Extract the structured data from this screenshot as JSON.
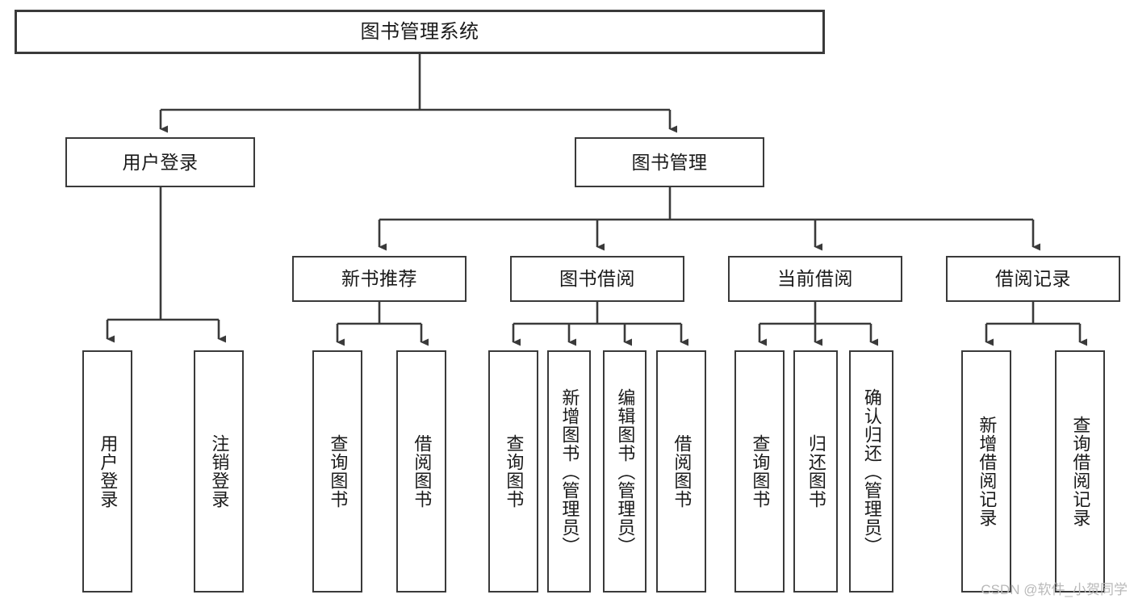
{
  "diagram": {
    "title": "图书管理系统",
    "type": "hierarchy-tree",
    "watermark": "CSDN @软件_小贺同学",
    "colors": {
      "stroke": "#3a3a3a",
      "fill": "#ffffff",
      "text": "#1a1a1a",
      "watermark": "#b9b9b9"
    },
    "levels": [
      {
        "level": 1,
        "nodes": [
          {
            "id": "root",
            "label": "图书管理系统"
          }
        ]
      },
      {
        "level": 2,
        "nodes": [
          {
            "id": "user-login",
            "label": "用户登录"
          },
          {
            "id": "book-manage",
            "label": "图书管理"
          }
        ]
      },
      {
        "level": 3,
        "nodes": [
          {
            "id": "new-book-rec",
            "label": "新书推荐"
          },
          {
            "id": "book-borrow",
            "label": "图书借阅"
          },
          {
            "id": "current-borrow",
            "label": "当前借阅"
          },
          {
            "id": "borrow-record",
            "label": "借阅记录"
          }
        ]
      },
      {
        "level": 4,
        "nodes": [
          {
            "id": "leaf-user-login",
            "label": "用户登录",
            "parent": "user-login"
          },
          {
            "id": "leaf-logout",
            "label": "注销登录",
            "parent": "user-login"
          },
          {
            "id": "leaf-query-book-1",
            "label": "查询图书",
            "parent": "new-book-rec"
          },
          {
            "id": "leaf-borrow-book-1",
            "label": "借阅图书",
            "parent": "new-book-rec"
          },
          {
            "id": "leaf-query-book-2",
            "label": "查询图书",
            "parent": "book-borrow"
          },
          {
            "id": "leaf-add-book",
            "label": "新增图书（管理员）",
            "parent": "book-borrow"
          },
          {
            "id": "leaf-edit-book",
            "label": "编辑图书（管理员）",
            "parent": "book-borrow"
          },
          {
            "id": "leaf-borrow-book-2",
            "label": "借阅图书",
            "parent": "book-borrow"
          },
          {
            "id": "leaf-query-book-3",
            "label": "查询图书",
            "parent": "current-borrow"
          },
          {
            "id": "leaf-return-book",
            "label": "归还图书",
            "parent": "current-borrow"
          },
          {
            "id": "leaf-confirm-return",
            "label": "确认归还（管理员）",
            "parent": "current-borrow"
          },
          {
            "id": "leaf-add-record",
            "label": "新增借阅记录",
            "parent": "borrow-record"
          },
          {
            "id": "leaf-query-record",
            "label": "查询借阅记录",
            "parent": "borrow-record"
          }
        ]
      }
    ]
  }
}
